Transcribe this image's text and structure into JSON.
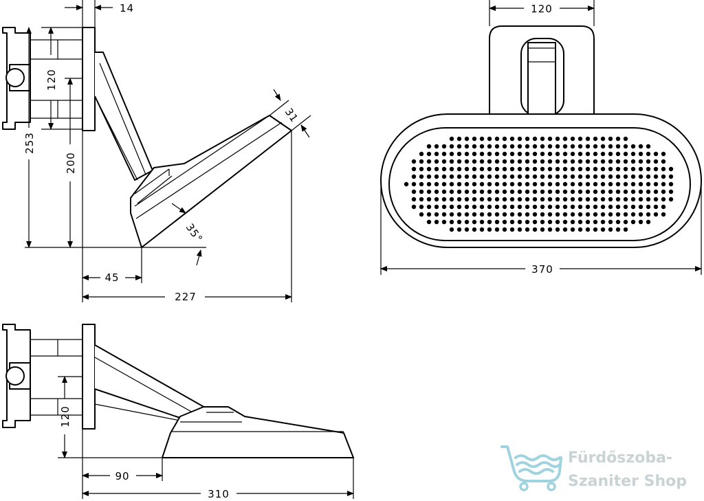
{
  "dimensions": {
    "side_top_14": "14",
    "side_120": "120",
    "side_253": "253",
    "side_200": "200",
    "side_31": "31",
    "side_angle": "35°",
    "side_45": "45",
    "side_227": "227",
    "front_120": "120",
    "front_370": "370",
    "bottom_120": "120",
    "bottom_90": "90",
    "bottom_310": "310"
  },
  "watermark": {
    "line1": "Fürdőszoba-",
    "line2": "Szaniter Shop",
    "color": "#c9d3d6",
    "icon": "bathtub-icon"
  }
}
